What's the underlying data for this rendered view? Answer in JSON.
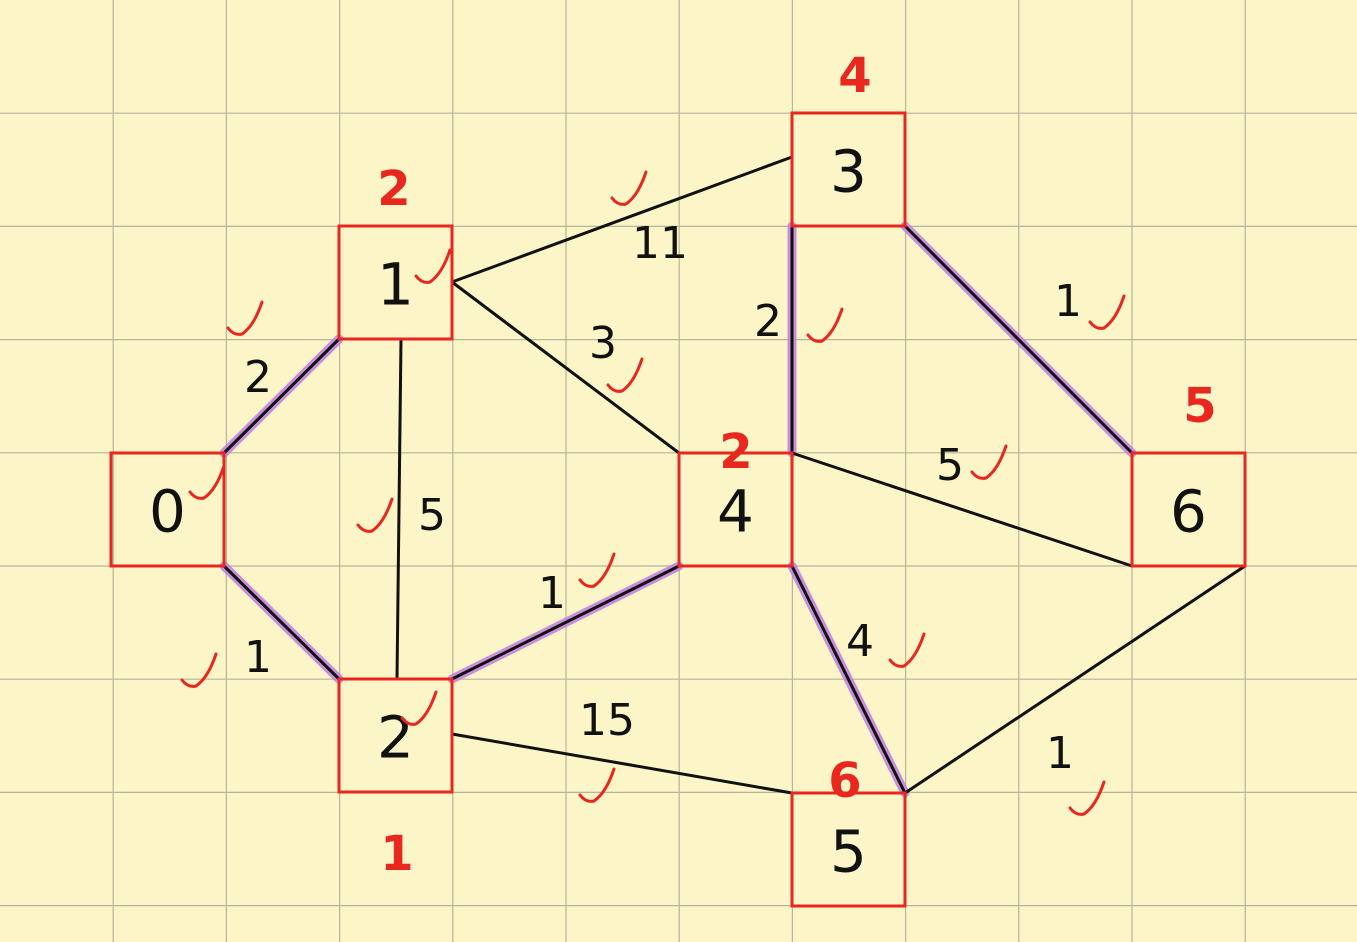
{
  "colors": {
    "background": "#fbf5c8",
    "grid": "#b9b49c",
    "node_border": "#e8281e",
    "edge": "#111111",
    "highlight": "#c07ee0",
    "distance": "#e8281e",
    "check": "#e8281e"
  },
  "nodes": [
    {
      "id": "0",
      "label": "0",
      "distance": ""
    },
    {
      "id": "1",
      "label": "1",
      "distance": "2"
    },
    {
      "id": "2",
      "label": "2",
      "distance": "1"
    },
    {
      "id": "3",
      "label": "3",
      "distance": "4"
    },
    {
      "id": "4",
      "label": "4",
      "distance": "2"
    },
    {
      "id": "5",
      "label": "5",
      "distance": "6"
    },
    {
      "id": "6",
      "label": "6",
      "distance": "5"
    }
  ],
  "edges": [
    {
      "from": "0",
      "to": "1",
      "weight": "2",
      "highlighted": true,
      "checked": true
    },
    {
      "from": "0",
      "to": "2",
      "weight": "1",
      "highlighted": true,
      "checked": true
    },
    {
      "from": "1",
      "to": "2",
      "weight": "5",
      "highlighted": false,
      "checked": true
    },
    {
      "from": "1",
      "to": "3",
      "weight": "11",
      "highlighted": false,
      "checked": true
    },
    {
      "from": "1",
      "to": "4",
      "weight": "3",
      "highlighted": false,
      "checked": true
    },
    {
      "from": "2",
      "to": "4",
      "weight": "1",
      "highlighted": true,
      "checked": true
    },
    {
      "from": "2",
      "to": "5",
      "weight": "15",
      "highlighted": false,
      "checked": true
    },
    {
      "from": "3",
      "to": "4",
      "weight": "2",
      "highlighted": true,
      "checked": true
    },
    {
      "from": "3",
      "to": "6",
      "weight": "1",
      "highlighted": true,
      "checked": true
    },
    {
      "from": "4",
      "to": "6",
      "weight": "5",
      "highlighted": false,
      "checked": true
    },
    {
      "from": "4",
      "to": "5",
      "weight": "4",
      "highlighted": true,
      "checked": true
    },
    {
      "from": "6",
      "to": "5",
      "weight": "1",
      "highlighted": false,
      "checked": true
    }
  ],
  "node_checks": [
    "0",
    "1",
    "2"
  ]
}
